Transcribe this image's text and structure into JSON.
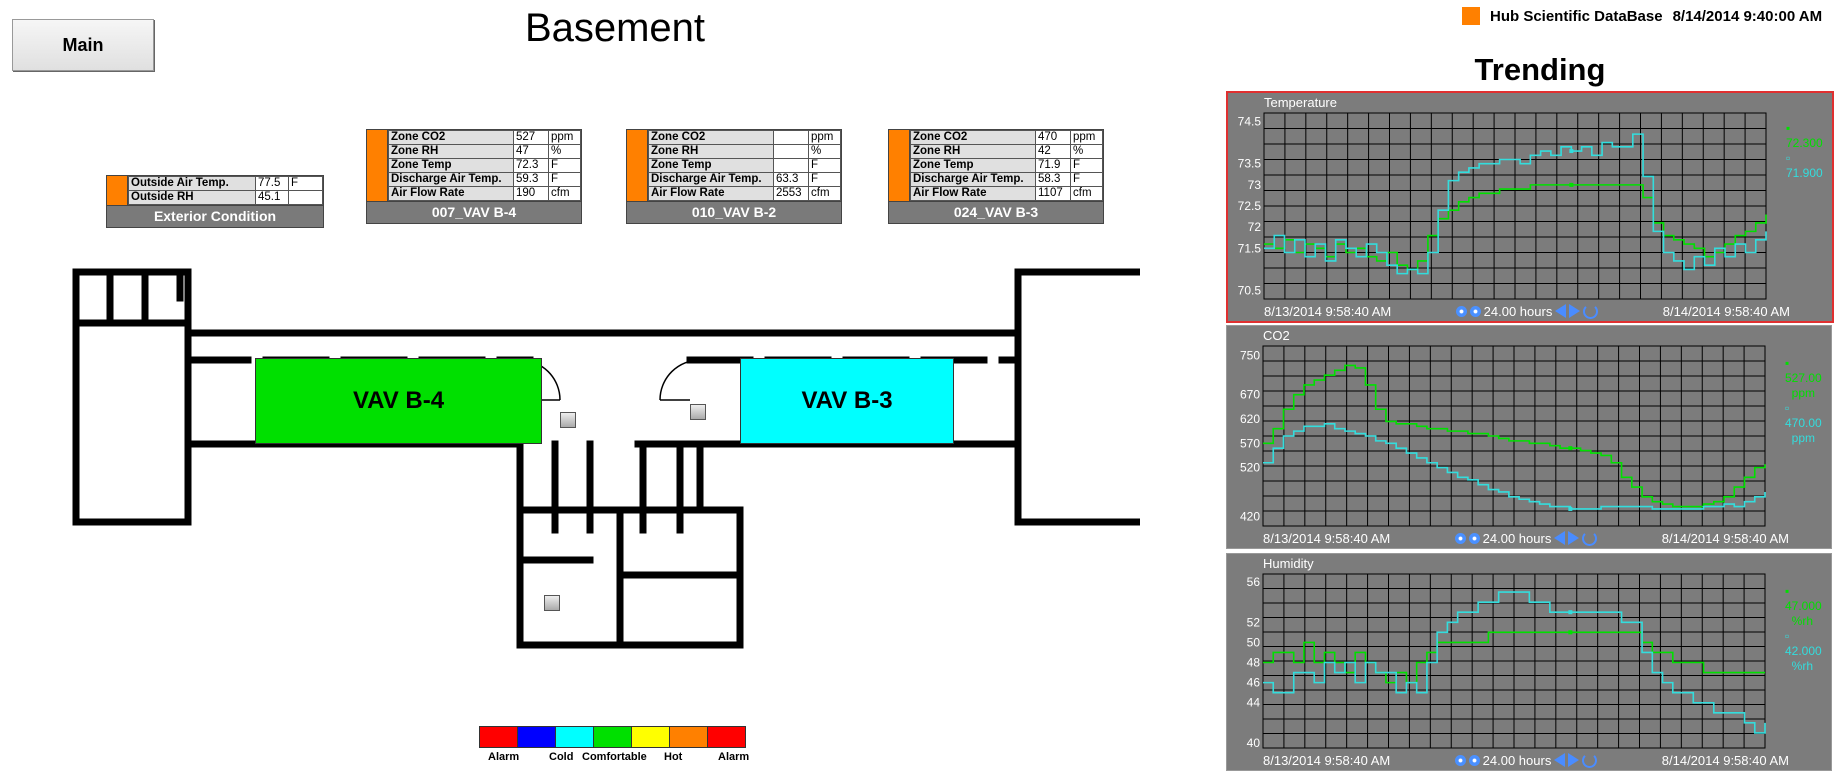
{
  "main_button": "Main",
  "title": "Basement",
  "hub": {
    "label": "Hub Scientific DataBase",
    "datetime": "8/14/2014 9:40:00 AM",
    "color": "#ff8000"
  },
  "trending_title": "Trending",
  "exterior": {
    "rows": [
      {
        "label": "Outside Air Temp.",
        "value": "77.5",
        "unit": "F"
      },
      {
        "label": "Outside RH",
        "value": "45.1",
        "unit": ""
      }
    ],
    "footer": "Exterior Condition"
  },
  "vav_tables": [
    {
      "footer": "007_VAV B-4",
      "rows": [
        {
          "label": "Zone CO2",
          "value": "527",
          "unit": "ppm"
        },
        {
          "label": "Zone RH",
          "value": "47",
          "unit": "%"
        },
        {
          "label": "Zone Temp",
          "value": "72.3",
          "unit": "F"
        },
        {
          "label": "Discharge Air Temp.",
          "value": "59.3",
          "unit": "F"
        },
        {
          "label": "Air Flow Rate",
          "value": "190",
          "unit": "cfm"
        }
      ]
    },
    {
      "footer": "010_VAV B-2",
      "rows": [
        {
          "label": "Zone CO2",
          "value": "",
          "unit": "ppm"
        },
        {
          "label": "Zone RH",
          "value": "",
          "unit": "%"
        },
        {
          "label": "Zone Temp",
          "value": "",
          "unit": "F"
        },
        {
          "label": "Discharge Air Temp.",
          "value": "63.3",
          "unit": "F"
        },
        {
          "label": "Air Flow Rate",
          "value": "2553",
          "unit": "cfm"
        }
      ]
    },
    {
      "footer": "024_VAV B-3",
      "rows": [
        {
          "label": "Zone CO2",
          "value": "470",
          "unit": "ppm"
        },
        {
          "label": "Zone RH",
          "value": "42",
          "unit": "%"
        },
        {
          "label": "Zone Temp",
          "value": "71.9",
          "unit": "F"
        },
        {
          "label": "Discharge Air Temp.",
          "value": "58.3",
          "unit": "F"
        },
        {
          "label": "Air Flow Rate",
          "value": "1107",
          "unit": "cfm"
        }
      ]
    }
  ],
  "zones": {
    "vav_b4": {
      "label": "VAV B-4",
      "color": "#00e000"
    },
    "vav_b3": {
      "label": "VAV B-3",
      "color": "#00ffff"
    }
  },
  "legend": {
    "colors": [
      "#ff0000",
      "#0000ff",
      "#00ffff",
      "#00e000",
      "#ffff00",
      "#ff8000",
      "#ff0000"
    ],
    "labels": [
      "Alarm",
      "Cold",
      "Comfortable",
      "Hot",
      "Alarm"
    ]
  },
  "trend_common": {
    "start": "8/13/2014 9:58:40 AM",
    "end": "8/14/2014 9:58:40 AM",
    "span": "24.00 hours"
  },
  "chart_data": [
    {
      "type": "line",
      "title": "Temperature",
      "yticks": [
        "74.5",
        "73.5",
        "73",
        "72.5",
        "72",
        "71.5",
        "70.5"
      ],
      "ylim": [
        70.3,
        74.7
      ],
      "series": [
        {
          "color": "#00e000",
          "current": "72.300",
          "unit": "",
          "values": [
            71.6,
            71.5,
            71.7,
            71.4,
            71.6,
            71.5,
            71.3,
            71.6,
            71.4,
            71.5,
            71.3,
            71.2,
            71.4,
            71.1,
            71.0,
            71.2,
            71.8,
            72.2,
            72.4,
            72.6,
            72.7,
            72.8,
            72.8,
            72.9,
            72.9,
            72.9,
            73.0,
            73.0,
            73.0,
            73.0,
            73.0,
            73.0,
            73.0,
            73.0,
            73.0,
            73.0,
            73.0,
            72.7,
            72.1,
            71.8,
            71.7,
            71.6,
            71.5,
            71.3,
            71.4,
            71.6,
            71.8,
            71.9,
            72.1,
            72.3
          ]
        },
        {
          "color": "#33dddd",
          "current": "71.900",
          "unit": "",
          "values": [
            71.5,
            71.8,
            71.4,
            71.7,
            71.3,
            71.6,
            71.2,
            71.7,
            71.5,
            71.3,
            71.6,
            71.4,
            71.1,
            70.9,
            71.0,
            70.9,
            71.4,
            72.4,
            73.1,
            73.3,
            73.4,
            73.5,
            73.5,
            73.6,
            73.6,
            73.5,
            73.7,
            73.8,
            73.7,
            73.9,
            73.8,
            73.9,
            73.7,
            74.0,
            73.9,
            73.9,
            74.2,
            73.2,
            71.9,
            71.4,
            71.2,
            71.0,
            71.3,
            71.1,
            71.5,
            71.3,
            71.6,
            71.4,
            71.7,
            71.9
          ]
        }
      ]
    },
    {
      "type": "line",
      "title": "CO2",
      "yticks": [
        "750",
        "670",
        "620",
        "570",
        "520",
        "420"
      ],
      "ylim": [
        400,
        770
      ],
      "series": [
        {
          "color": "#00e000",
          "current": "527.00",
          "unit": "ppm",
          "values": [
            570,
            600,
            640,
            670,
            690,
            700,
            710,
            720,
            730,
            725,
            690,
            640,
            615,
            610,
            610,
            605,
            600,
            600,
            595,
            595,
            590,
            590,
            585,
            580,
            575,
            575,
            570,
            570,
            565,
            560,
            560,
            555,
            550,
            545,
            530,
            500,
            480,
            460,
            450,
            445,
            440,
            440,
            440,
            445,
            450,
            460,
            480,
            500,
            520,
            527
          ]
        },
        {
          "color": "#33dddd",
          "current": "470.00",
          "unit": "ppm",
          "values": [
            530,
            560,
            585,
            595,
            605,
            605,
            610,
            600,
            595,
            590,
            585,
            575,
            570,
            560,
            550,
            540,
            530,
            520,
            510,
            500,
            495,
            485,
            475,
            470,
            460,
            455,
            450,
            445,
            440,
            440,
            435,
            435,
            435,
            440,
            440,
            440,
            440,
            440,
            435,
            435,
            435,
            435,
            435,
            440,
            440,
            445,
            440,
            450,
            460,
            470
          ]
        }
      ]
    },
    {
      "type": "line",
      "title": "Humidity",
      "yticks": [
        "56",
        "52",
        "50",
        "48",
        "46",
        "44",
        "40"
      ],
      "ylim": [
        39.5,
        56.8
      ],
      "series": [
        {
          "color": "#00e000",
          "current": "47.000",
          "unit": "%rh",
          "values": [
            48,
            49,
            49,
            48,
            50,
            48,
            49,
            48,
            47,
            49,
            48,
            47,
            46,
            47,
            46,
            48,
            49,
            50,
            50,
            50,
            50,
            50,
            51,
            51,
            51,
            51,
            51,
            51,
            51,
            51,
            51,
            51,
            51,
            51,
            51,
            51,
            51,
            50,
            49,
            49,
            48,
            48,
            48,
            47,
            47,
            47,
            47,
            47,
            47,
            47
          ]
        },
        {
          "color": "#33dddd",
          "current": "42.000",
          "unit": "%rh",
          "values": [
            46,
            45,
            45,
            47,
            47,
            46,
            48,
            47,
            48,
            46,
            48,
            47,
            47,
            45,
            46,
            45,
            48,
            51,
            52,
            53,
            53,
            54,
            54,
            55,
            55,
            55,
            54,
            54,
            53,
            53,
            53,
            53,
            53,
            53,
            53,
            52,
            52,
            49,
            47,
            46,
            45,
            45,
            44,
            44,
            43,
            43,
            43,
            42,
            41,
            42
          ]
        }
      ]
    }
  ]
}
